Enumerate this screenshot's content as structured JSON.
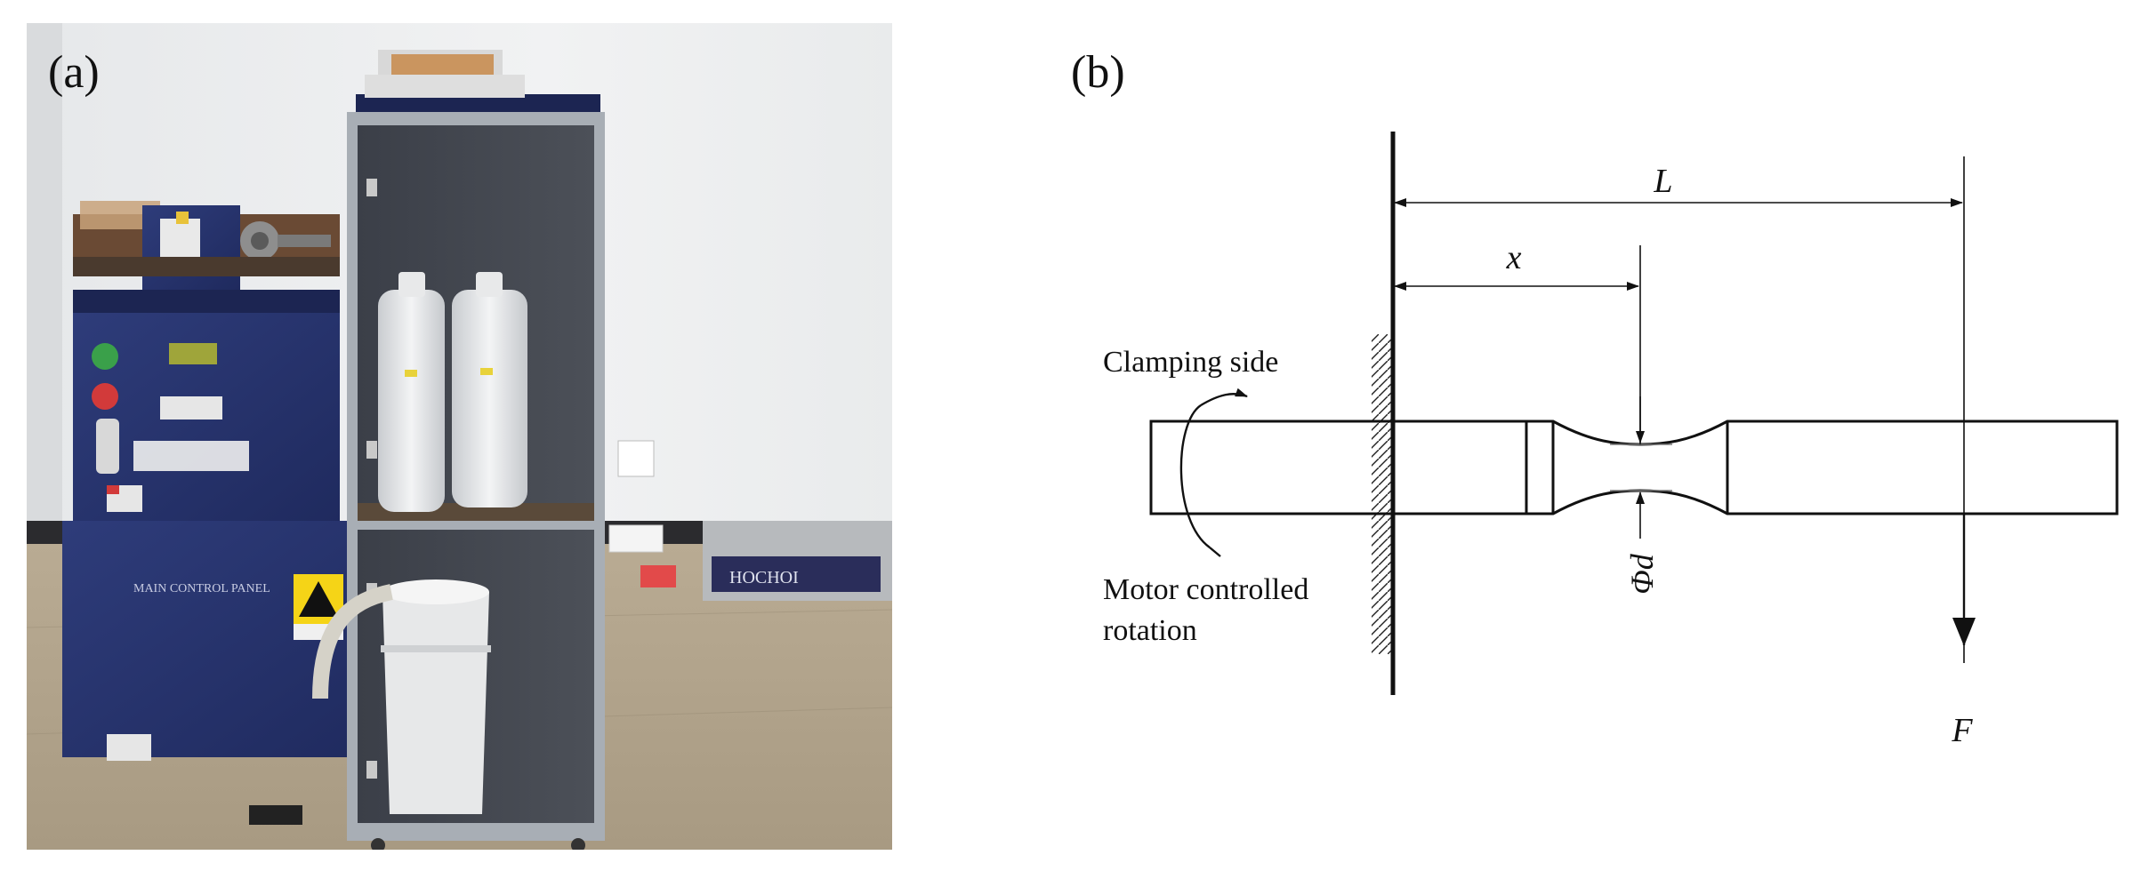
{
  "panels": {
    "a": {
      "label": "(a)"
    },
    "b": {
      "label": "(b)"
    }
  },
  "diagram": {
    "dimension_L": "L",
    "dimension_x": "x",
    "diameter_label": "Φd",
    "force_label": "F",
    "clamping_label": "Clamping side",
    "motor_label_line1": "Motor controlled",
    "motor_label_line2": "rotation"
  },
  "photo": {
    "control_panel_label": "MAIN CONTROL PANEL",
    "scale_brand": "HOCHOI"
  }
}
